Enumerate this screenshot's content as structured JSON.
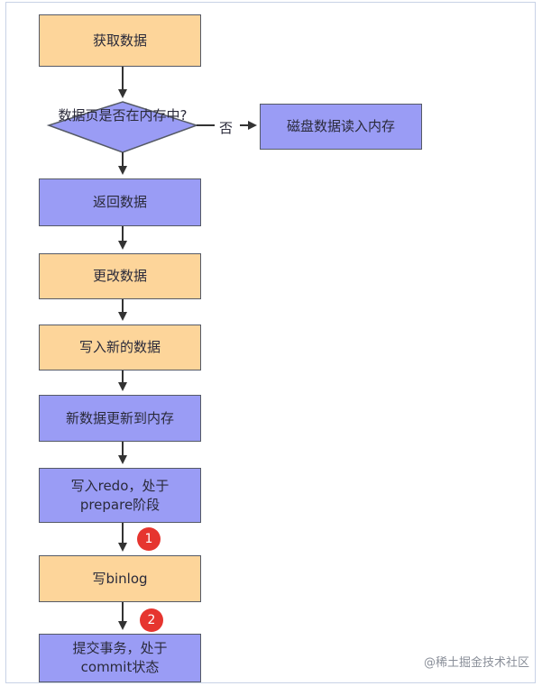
{
  "nodes": {
    "fetch": "获取数据",
    "decision": "数据页是否在内存中?",
    "disk_read": "磁盘数据读入内存",
    "return": "返回数据",
    "modify": "更改数据",
    "write_new": "写入新的数据",
    "update_mem": "新数据更新到内存",
    "redo_line1": "写入redo，处于",
    "redo_line2": "prepare阶段",
    "binlog": "写binlog",
    "commit_line1": "提交事务，处于",
    "commit_line2": "commit状态"
  },
  "edge_labels": {
    "no": "否"
  },
  "badges": {
    "one": "1",
    "two": "2"
  },
  "watermark": "@稀土掘金技术社区",
  "colors": {
    "orange_box": "#fdd59a",
    "blue_box": "#9a9cf5",
    "badge": "#e6352f",
    "stroke": "#555a66"
  }
}
